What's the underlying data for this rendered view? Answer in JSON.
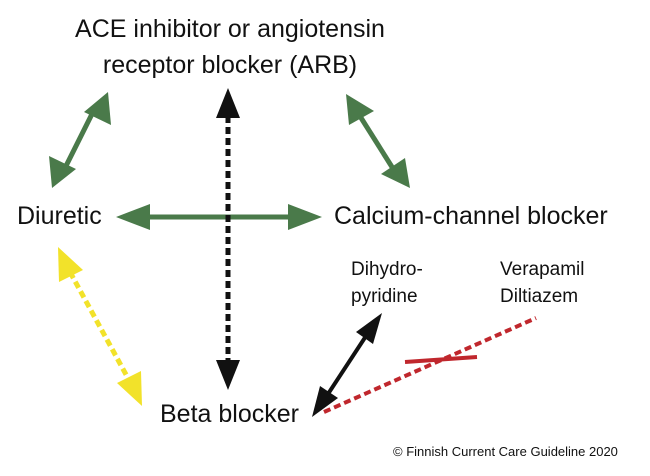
{
  "nodes": {
    "ace_arb_line1": "ACE inhibitor or angiotensin",
    "ace_arb_line2": "receptor blocker (ARB)",
    "diuretic": "Diuretic",
    "ccb": "Calcium-channel blocker",
    "beta_blocker": "Beta blocker",
    "dihydropyridine_line1": "Dihydro-",
    "dihydropyridine_line2": "pyridine",
    "verapamil": "Verapamil",
    "diltiazem": "Diltiazem"
  },
  "footer": {
    "copyright": "© Finnish Current Care Guideline 2020"
  },
  "colors": {
    "recommended": "#4a7a4a",
    "possible": "#111111",
    "cautious": "#f2e22a",
    "avoid": "#c0272d"
  }
}
